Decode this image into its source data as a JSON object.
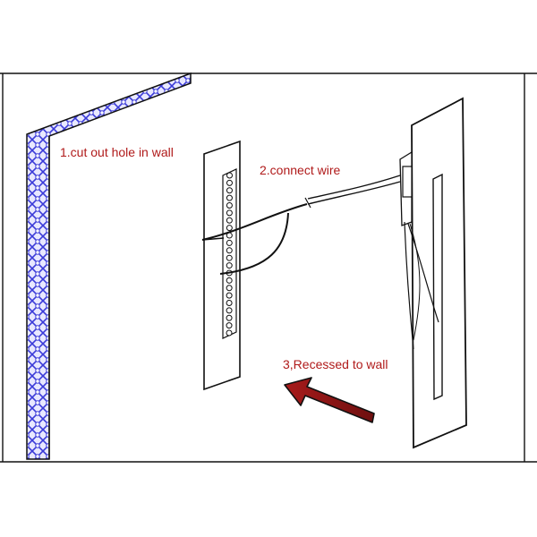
{
  "steps": {
    "step1": "1.cut out hole in wall",
    "step2": "2.connect wire",
    "step3": "3,Recessed to wall"
  },
  "colors": {
    "label_red": "#b01a1a",
    "wall_trim_blue": "#3a3ad8",
    "arrow_red": "#8e1414",
    "line_black": "#111111"
  }
}
